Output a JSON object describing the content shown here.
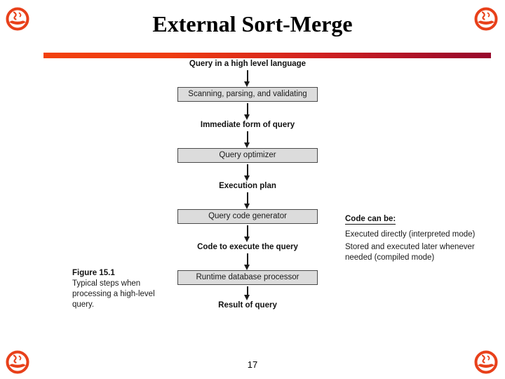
{
  "slide": {
    "title": "External Sort-Merge",
    "page_number": "17",
    "accent_start_color": "#f2400d",
    "accent_end_color": "#98072c",
    "emblem_color": "#e8401a",
    "box_fill_color": "#dcdcdc",
    "box_border_color": "#4a4a4a"
  },
  "corner_icons": {
    "top_left": "no-smoking-emblem-icon",
    "top_right": "no-smoking-emblem-icon",
    "bottom_left": "no-smoking-emblem-icon",
    "bottom_right": "no-smoking-emblem-icon"
  },
  "figure": {
    "caption_title": "Figure 15.1",
    "caption_text": "Typical steps when processing a high-level query.",
    "flow": [
      {
        "kind": "label",
        "text": "Query in a high level language"
      },
      {
        "kind": "box",
        "text": "Scanning, parsing, and validating"
      },
      {
        "kind": "label",
        "text": "Immediate form of query"
      },
      {
        "kind": "box",
        "text": "Query optimizer"
      },
      {
        "kind": "label",
        "text": "Execution plan"
      },
      {
        "kind": "box",
        "text": "Query code generator"
      },
      {
        "kind": "label",
        "text": "Code to execute the query"
      },
      {
        "kind": "box",
        "text": "Runtime database processor"
      },
      {
        "kind": "label",
        "text": "Result of query"
      }
    ],
    "note": {
      "title": "Code can be:",
      "lines": [
        "Executed directly (interpreted mode)",
        "Stored and executed later whenever needed (compiled mode)"
      ]
    }
  }
}
